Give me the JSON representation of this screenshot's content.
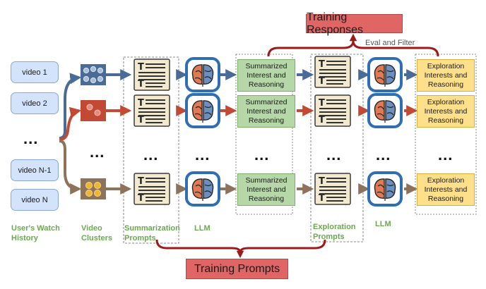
{
  "videos": [
    "video 1",
    "video 2",
    "video N-1",
    "video N"
  ],
  "video_ellipsis": "...",
  "row_ellipsis": "...",
  "summary_boxes": [
    "Summarized\nInterest and\nReasoning",
    "Summarized\nInterest and\nReasoning",
    "Summarized\nInterest and\nReasoning"
  ],
  "exploration_boxes": [
    "Exploration\nInterests and\nReasoning",
    "Exploration\nInterests and\nReasoning",
    "Exploration\nInterests and\nReasoning"
  ],
  "labels": {
    "watch_history": "User's Watch\nHistory",
    "video_clusters": "Video\nClusters",
    "summarization_prompts": "Summarization\nPrompts",
    "llm_1": "LLM",
    "exploration_prompts": "Exploration\nPrompts",
    "llm_2": "LLM",
    "eval_filter": "Eval and Filter",
    "training_responses": "Training Responses",
    "training_prompts": "Training Prompts"
  },
  "doc_icon_letter": "T",
  "colors": {
    "row_top": "#4a6b96",
    "row_mid": "#c24a35",
    "row_bottom": "#8e735b",
    "banner": "#e06666",
    "bracket": "#9b1b1b",
    "caption": "#6aa84f"
  }
}
